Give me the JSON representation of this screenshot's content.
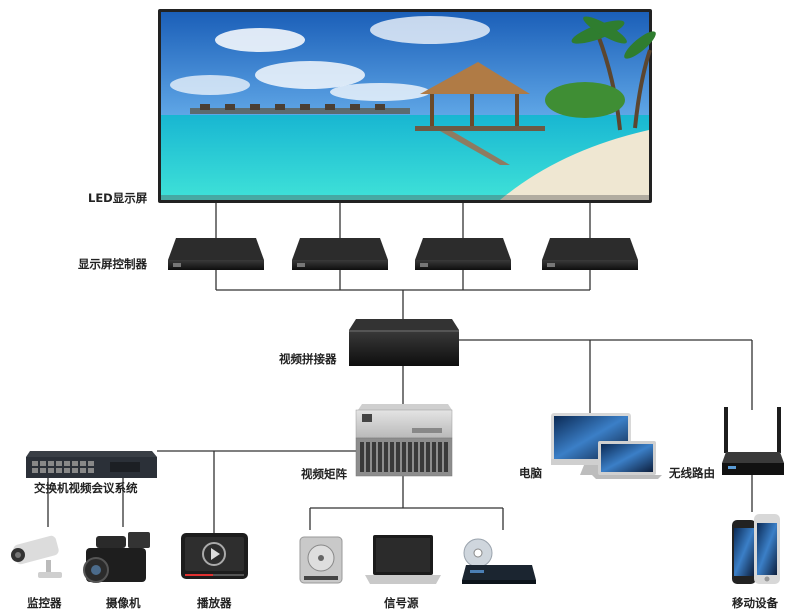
{
  "labels": {
    "led_screen": "LED显示屏",
    "screen_controller": "显示屏控制器",
    "video_splicer": "视频拼接器",
    "video_matrix": "视频矩阵",
    "switch_conference": "交换机视频会议系统",
    "computer": "电脑",
    "wireless_router": "无线路由",
    "monitor_camera": "监控器",
    "camcorder": "摄像机",
    "player": "播放器",
    "signal_source": "信号源",
    "mobile_device": "移动设备"
  },
  "colors": {
    "line": "#333333",
    "device_dark": "#1b1b1b",
    "sky": "#1f6fc4",
    "sea": "#2fd3d6",
    "sand": "#efe7d2"
  },
  "icons": {
    "led_screen": "led-screen-icon",
    "controller": "controller-box-icon",
    "splicer": "splicer-box-icon",
    "matrix": "matrix-rack-icon",
    "switch": "network-switch-icon",
    "computer": "desktop-laptop-icon",
    "router": "router-icon",
    "cctv": "cctv-camera-icon",
    "camcorder": "camcorder-icon",
    "player": "media-player-icon",
    "hdd": "hard-drive-icon",
    "laptop": "laptop-icon",
    "disc_player": "disc-player-icon",
    "phones": "smartphones-icon"
  }
}
